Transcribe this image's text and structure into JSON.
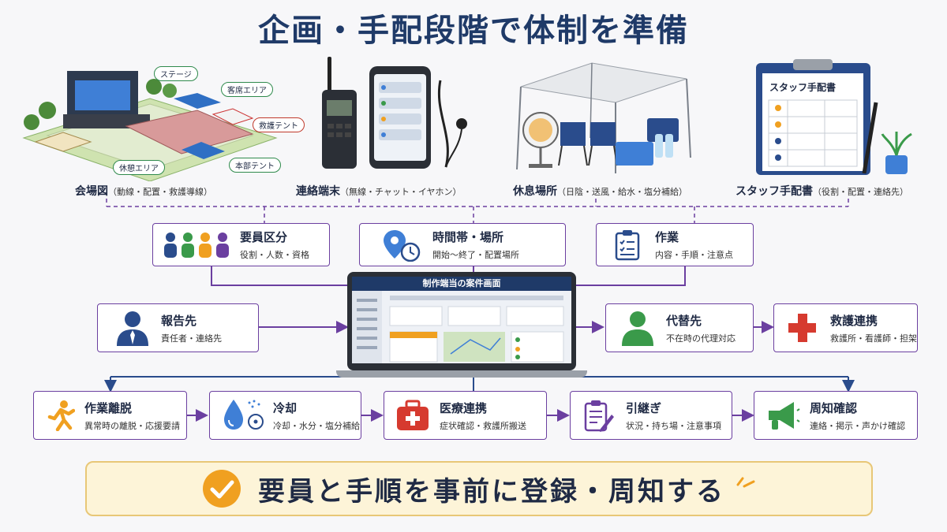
{
  "title": "企画・手配段階で体制を準備",
  "top_items": [
    {
      "title": "会場図",
      "detail": "（動線・配置・救護導線）"
    },
    {
      "title": "連絡端末",
      "detail": "（無線・チャット・イヤホン）"
    },
    {
      "title": "休息場所",
      "detail": "（日陰・送風・給水・塩分補給）"
    },
    {
      "title": "スタッフ手配書",
      "detail": "（役割・配置・連絡先）"
    }
  ],
  "venue_tags": [
    "ステージ",
    "客席エリア",
    "救護テント",
    "休憩エリア",
    "本部テント"
  ],
  "staff_sheet_title": "スタッフ手配書",
  "row1": [
    {
      "title": "要員区分",
      "sub": "役割・人数・資格"
    },
    {
      "title": "時間帯・場所",
      "sub": "開始〜終了・配置場所"
    },
    {
      "title": "作業",
      "sub": "内容・手順・注意点"
    }
  ],
  "laptop_title": "制作端当の案件画面",
  "report": {
    "title": "報告先",
    "sub": "責任者・連絡先"
  },
  "substitute": {
    "title": "代替先",
    "sub": "不在時の代理対応"
  },
  "rescue": {
    "title": "救護連携",
    "sub": "救護所・看護師・担架"
  },
  "row3": [
    {
      "title": "作業離脱",
      "sub": "異常時の離脱・応援要請"
    },
    {
      "title": "冷却",
      "sub": "冷却・水分・塩分補給"
    },
    {
      "title": "医療連携",
      "sub": "症状確認・救護所搬送"
    },
    {
      "title": "引継ぎ",
      "sub": "状況・持ち場・注意事項"
    },
    {
      "title": "周知確認",
      "sub": "連絡・掲示・声かけ確認"
    }
  ],
  "bottom_message": "要員と手順を事前に登録・周知する",
  "colors": {
    "navy": "#1f3a68",
    "purple": "#6b3fa0",
    "orange": "#f0a020",
    "red": "#d63a2f",
    "green": "#3a9a4a"
  }
}
